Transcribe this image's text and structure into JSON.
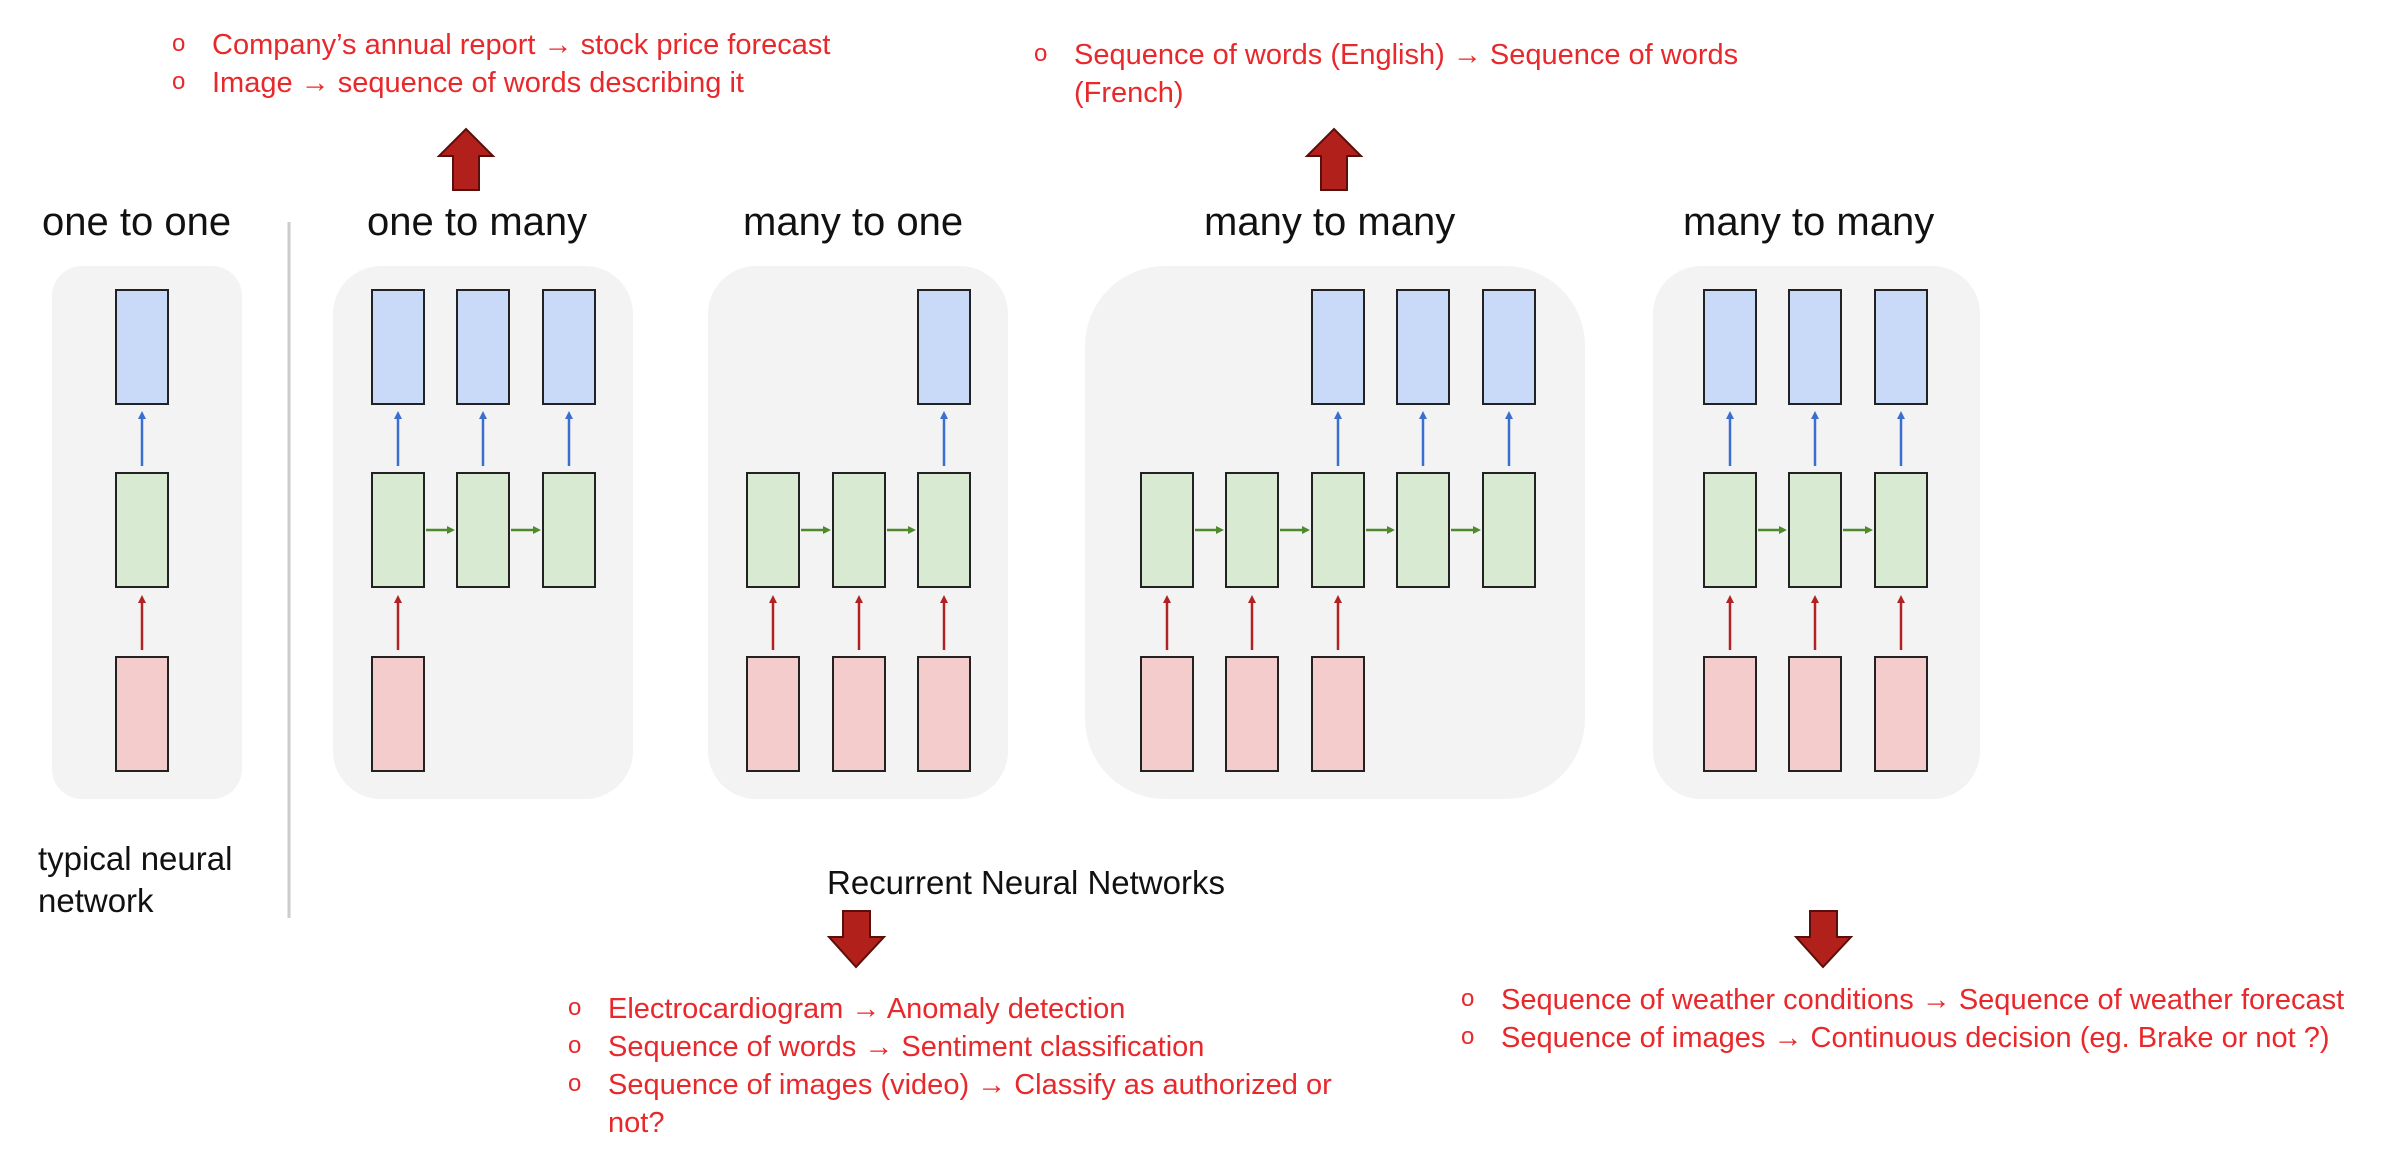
{
  "top_left_notes": [
    "Company’s annual report → stock price forecast",
    "Image → sequence of words describing it"
  ],
  "top_right_notes": [
    "Sequence of words (English) → Sequence of words (French)"
  ],
  "bottom_middle_notes": [
    "Electrocardiogram → Anomaly detection",
    "Sequence of words → Sentiment classification",
    "Sequence of images (video) → Classify as authorized or not?"
  ],
  "bottom_right_notes": [
    "Sequence of weather conditions → Sequence of weather forecast",
    "Sequence of images → Continuous decision (eg. Brake or not ?)"
  ],
  "panels": [
    {
      "title": "one to one"
    },
    {
      "title": "one to many"
    },
    {
      "title": "many to one"
    },
    {
      "title": "many to many"
    },
    {
      "title": "many to many"
    }
  ],
  "captions": {
    "typical": "typical neural network",
    "rnn": "Recurrent Neural Networks"
  },
  "colors": {
    "note_text": "#e8282b",
    "big_arrow": "#b2201c",
    "output_fill": "#c9daf8",
    "hidden_fill": "#d9ead3",
    "input_fill": "#f4cccc",
    "panel_bg": "#f3f3f3",
    "output_arrow": "#3a6fd1",
    "hidden_arrow": "#4e8a2c",
    "input_arrow": "#b32222"
  }
}
